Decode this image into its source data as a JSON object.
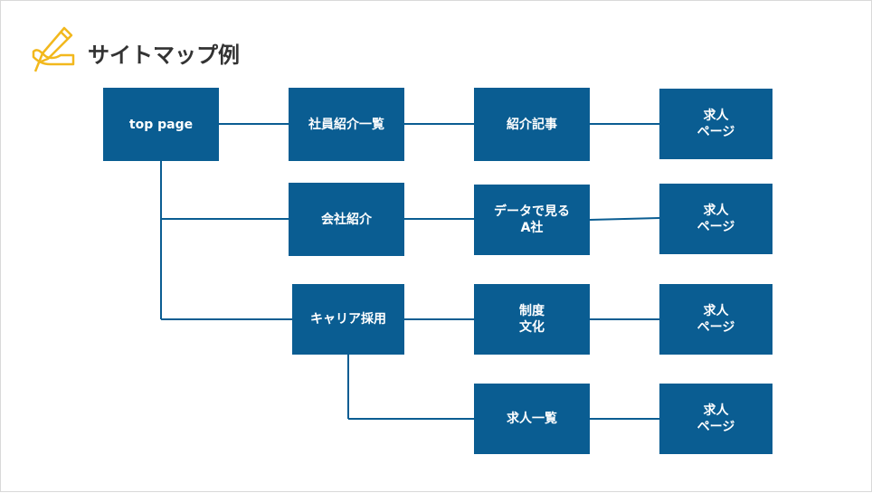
{
  "title": "サイトマップ例",
  "icon": "pencil-writing-icon",
  "colors": {
    "box": "#0a5d92",
    "line": "#0a5d92",
    "title": "#333333",
    "icon": "#f2b81d"
  },
  "nodes": {
    "top_page": {
      "lines": [
        "top page"
      ]
    },
    "staff_intro_list": {
      "lines": [
        "社員紹介一覧"
      ]
    },
    "intro_article": {
      "lines": [
        "紹介記事"
      ]
    },
    "job_page_1": {
      "lines": [
        "求人",
        "ページ"
      ]
    },
    "company_intro": {
      "lines": [
        "会社紹介"
      ]
    },
    "data_view": {
      "lines": [
        "データで見る",
        "A社"
      ]
    },
    "job_page_2": {
      "lines": [
        "求人",
        "ページ"
      ]
    },
    "career_recruit": {
      "lines": [
        "キャリア採用"
      ]
    },
    "system_culture": {
      "lines": [
        "制度",
        "文化"
      ]
    },
    "job_page_3": {
      "lines": [
        "求人",
        "ページ"
      ]
    },
    "job_list": {
      "lines": [
        "求人一覧"
      ]
    },
    "job_page_4": {
      "lines": [
        "求人",
        "ページ"
      ]
    }
  }
}
